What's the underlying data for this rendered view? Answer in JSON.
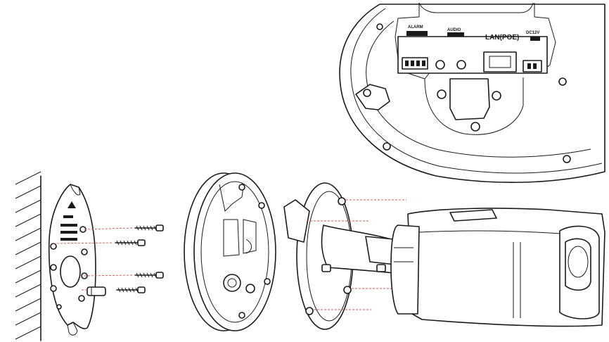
{
  "diagram": {
    "guide_color": "#d9534f",
    "line_color": "#1a1a1a"
  },
  "connector_box": {
    "alarm_label": "ALARM",
    "alarm_pins": "1 2 3 4",
    "audio_label": "AUDIO",
    "lan_label": "LAN(POE)",
    "power_label": "DC12V"
  }
}
